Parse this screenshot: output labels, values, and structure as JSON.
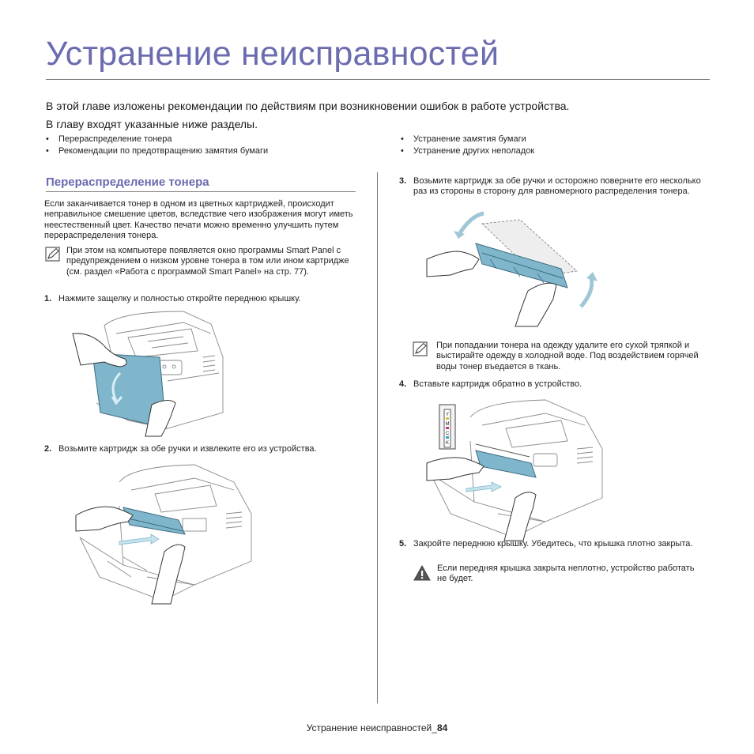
{
  "page": {
    "title": "Устранение неисправностей",
    "intro_1": "В этой главе изложены рекомендации по действиям при возникновении ошибок в работе устройства.",
    "intro_2": "В главу входят указанные ниже разделы."
  },
  "toc": {
    "left": [
      "Перераспределение тонера",
      "Рекомендации по предотвращению замятия бумаги"
    ],
    "right": [
      "Устранение замятия бумаги",
      "Устранение других неполадок"
    ]
  },
  "section": {
    "title": "Перераспределение тонера",
    "body": "Если заканчивается тонер в одном из цветных картриджей, происходит неправильное смешение цветов, вследствие чего изображения могут иметь неестественный цвет. Качество печати можно временно улучшить путем перераспределения тонера.",
    "note_1": "При этом на компьютере появляется окно программы Smart Panel с предупреждением о низком уровне тонера в том или ином картридже (см. раздел «Работа с программой Smart Panel» на стр. 77)."
  },
  "steps": [
    {
      "num": "1.",
      "text": "Нажмите защелку и полностью откройте переднюю крышку."
    },
    {
      "num": "2.",
      "text": "Возьмите картридж за обе ручки и извлеките его из устройства."
    },
    {
      "num": "3.",
      "text": "Возьмите картридж за обе ручки и осторожно поверните его несколько раз из стороны в сторону для равномерного распределения тонера."
    },
    {
      "num": "4.",
      "text": "Вставьте картридж обратно в устройство."
    },
    {
      "num": "5.",
      "text": "Закройте переднюю крышку. Убедитесь, что крышка плотно закрыта."
    }
  ],
  "notes": {
    "note_2": "При попадании тонера на одежду удалите его сухой тряпкой и выстирайте одежду в холодной воде. Под воздействием горячей воды тонер въедается в ткань.",
    "warning": "Если передняя крышка закрыта неплотно, устройство работать не будет."
  },
  "toner_labels": [
    "Y",
    "M",
    "C",
    "K"
  ],
  "footer": {
    "text": "Устранение неисправностей_",
    "page": "84"
  },
  "colors": {
    "heading": "#6b6bb0",
    "accent_blue": "#7fb6cc",
    "arrow": "#9fc7d8"
  }
}
